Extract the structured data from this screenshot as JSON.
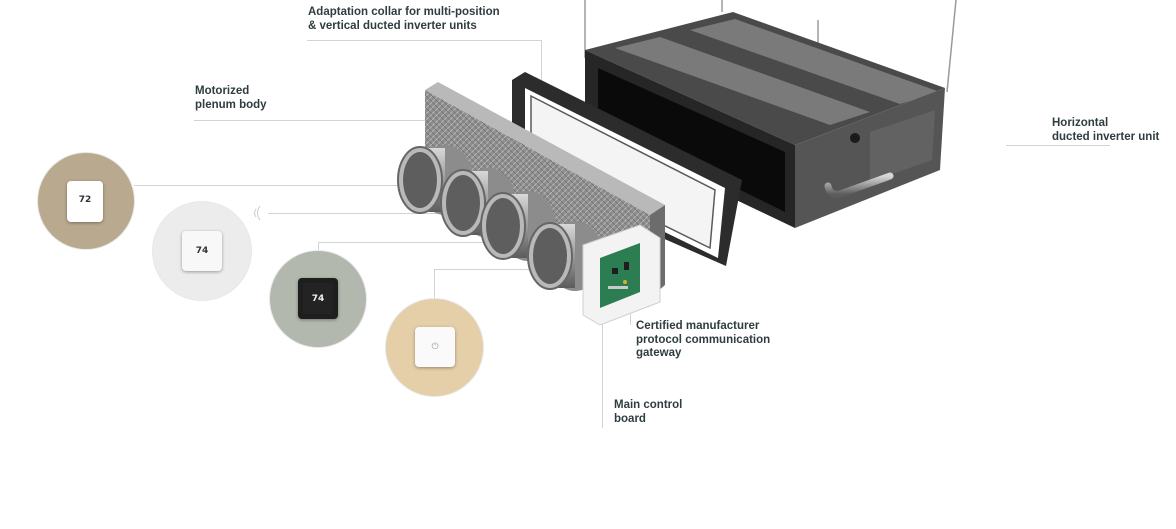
{
  "labels": {
    "collar": "Adaptation collar for multi-position\n& vertical ducted inverter units",
    "plenum": "Motorized\nplenum body",
    "horizontal_unit": "Horizontal\n ducted inverter unit",
    "gateway": "Certified manufacturer\nprotocol communication\ngateway",
    "main_board": "Main control\nboard"
  },
  "thermostats": [
    {
      "temperature": "72",
      "background": "#b9a98e"
    },
    {
      "temperature": "74",
      "background": "#ececec"
    },
    {
      "temperature": "74",
      "background": "#b2b8ad"
    },
    {
      "temperature": "",
      "background": "#e4cfa9"
    }
  ],
  "colors": {
    "label_text": "#2f3d40",
    "leader_line": "#cfd4d5",
    "duct_dark": "#3a3a3a",
    "duct_metal": "#9a9a9a"
  }
}
